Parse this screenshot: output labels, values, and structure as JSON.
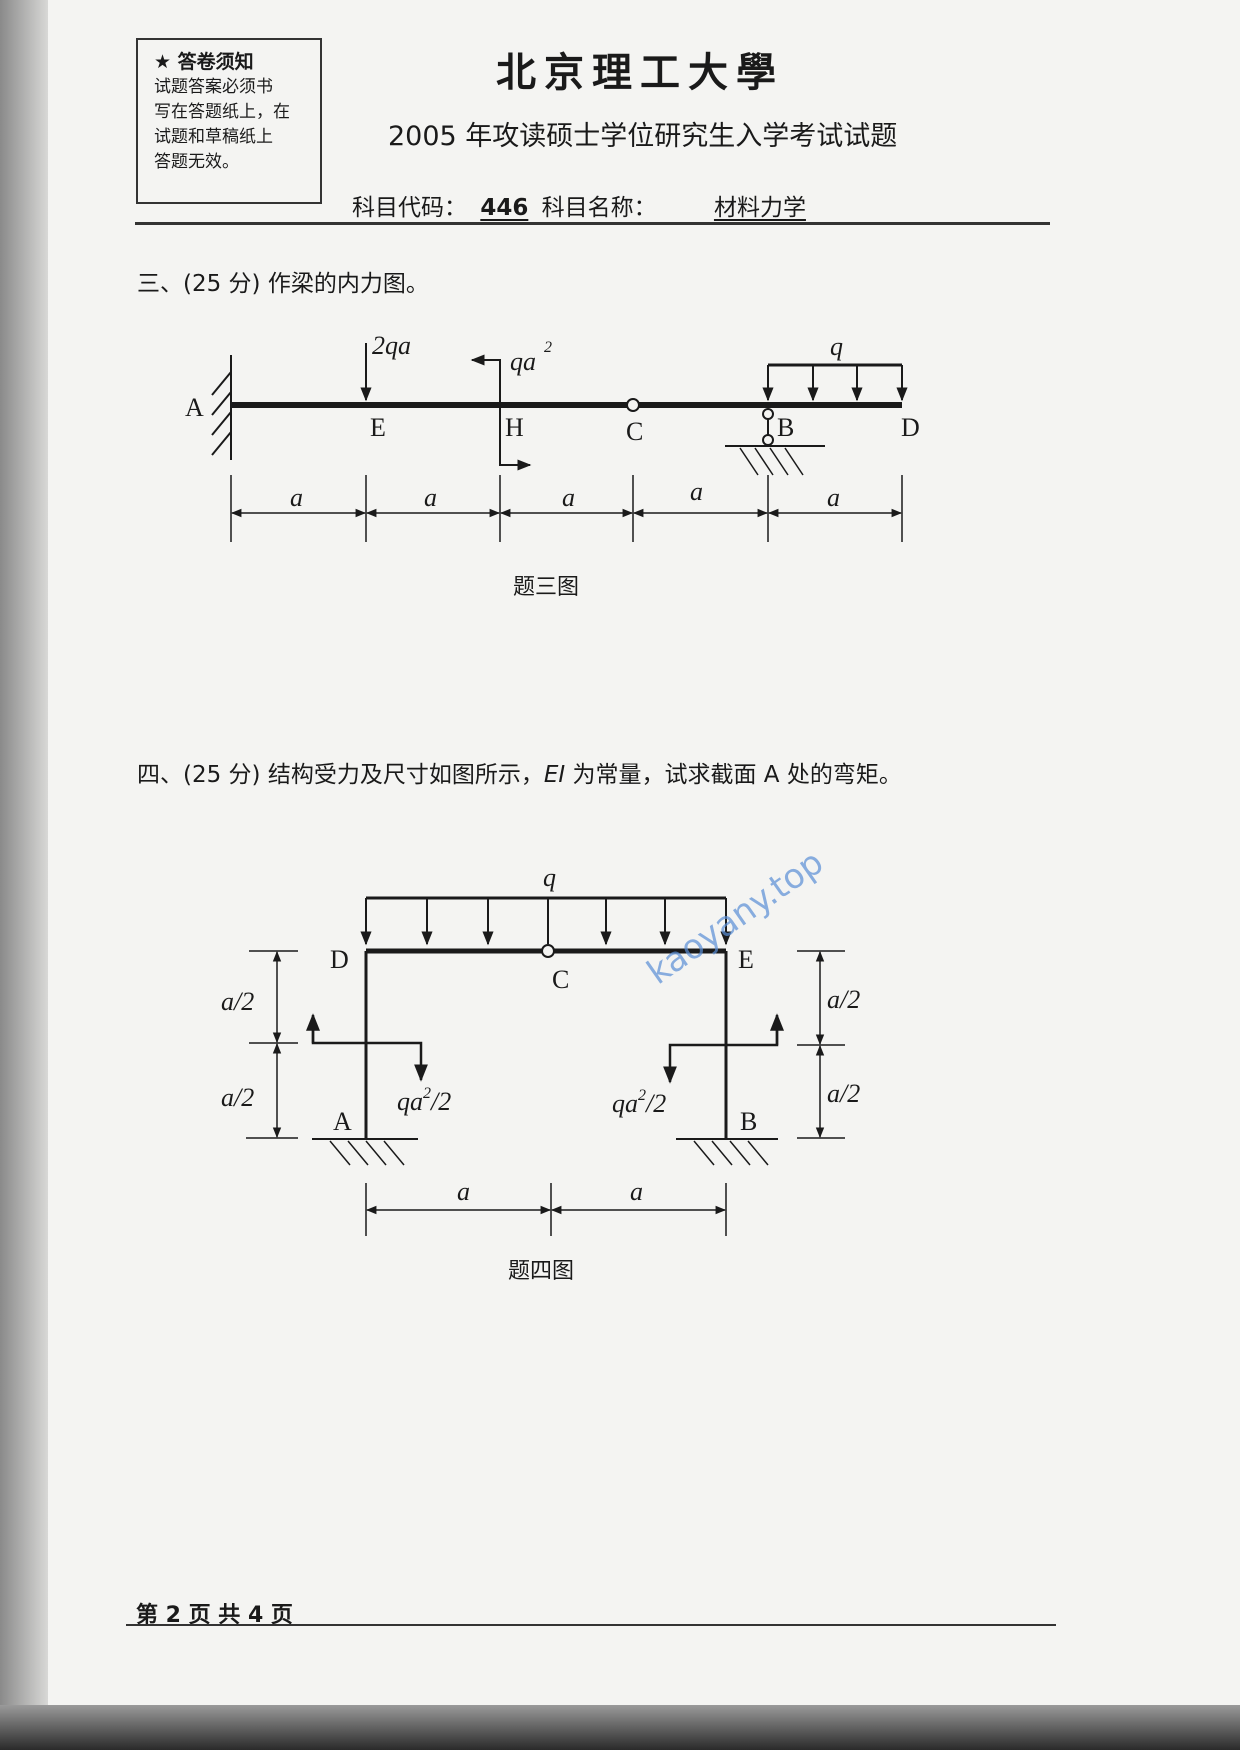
{
  "notice": {
    "heading": "★ 答卷须知",
    "lines": [
      "试题答案必须书",
      "写在答题纸上，在",
      "试题和草稿纸上",
      "答题无效。"
    ]
  },
  "header": {
    "university": "北京理工大學",
    "subtitle": "2005 年攻读硕士学位研究生入学考试试题",
    "code_label": "科目代码：",
    "code": "446",
    "name_label": "科目名称：",
    "name": "材料力学"
  },
  "q3": {
    "text": "三、(25 分) 作梁的内力图。",
    "caption": "题三图",
    "labels": {
      "A": "A",
      "E": "E",
      "H": "H",
      "C": "C",
      "B": "B",
      "D": "D",
      "force": "2qa",
      "moment": "qa",
      "moment_exp": "2",
      "load": "q",
      "dim": "a"
    }
  },
  "q4": {
    "text_pre": "四、(25 分) 结构受力及尺寸如图所示，",
    "ei": "EI",
    "text_post": " 为常量，试求截面 A 处的弯矩。",
    "caption": "题四图",
    "labels": {
      "D": "D",
      "C": "C",
      "E": "E",
      "A": "A",
      "B": "B",
      "load": "q",
      "half": "a/2",
      "dim": "a",
      "moment_l": "qa",
      "moment_exp": "2",
      "moment_tail": "/2"
    }
  },
  "footer": "第 2 页 共 4 页",
  "watermark": "kaoyany.top"
}
